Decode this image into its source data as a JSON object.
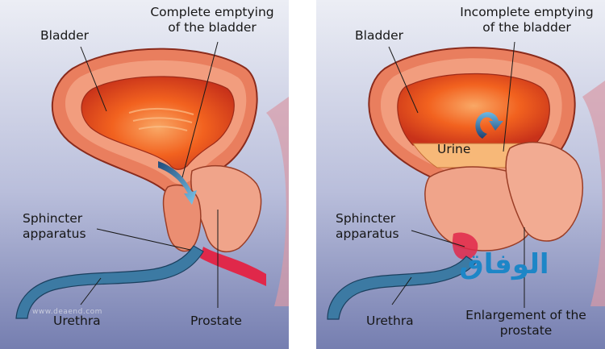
{
  "left_panel": {
    "title": "Complete emptying\nof the bladder",
    "labels": {
      "bladder": "Bladder",
      "sphincter": "Sphincter\napparatus",
      "urethra": "Urethra",
      "prostate": "Prostate"
    },
    "watermark": "www.deaend.com"
  },
  "right_panel": {
    "title": "Incomplete emptying\nof the bladder",
    "labels": {
      "bladder": "Bladder",
      "urine": "Urine",
      "sphincter": "Sphincter\napparatus",
      "urethra": "Urethra",
      "enlargement": "Enlargement of the\nprostate"
    }
  },
  "logo": {
    "text": "الوفاق"
  },
  "colors": {
    "bg_top": "#e9ebf3",
    "bg_bottom": "#7b83b4",
    "bladder_wall": "#e97e5e",
    "bladder_inner": "#f25a1c",
    "prostate": "#f0a48a",
    "urethra": "#2f6c93",
    "urine": "#f7b878",
    "logo": "#1d86c7"
  }
}
